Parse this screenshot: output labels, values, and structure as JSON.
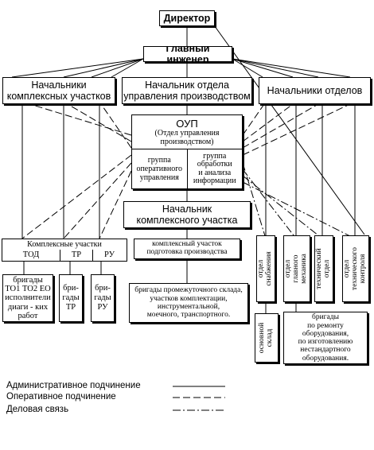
{
  "nodes": {
    "director": "Директор",
    "chief_engineer": "Главный инженер",
    "heads_complex_sections": "Начальники\nкомплексных участков",
    "head_production_dept": "Начальник отдела\nуправления производством",
    "heads_departments": "Начальники отделов",
    "oup_title": "ОУП",
    "oup_subtitle": "(Отдел управления\nпроизводством)",
    "oup_group_operational": "группа\nоперативного\nуправления",
    "oup_group_processing": "группа\nобработки\nи анализа\nинформации",
    "head_complex_section": "Начальник\nкомплексного участка",
    "complex_sections_label": "Комплексные участки",
    "section_tod": "ТОД",
    "section_tr": "ТР",
    "section_ru": "РУ",
    "complex_section_prep": "комплексный участок\nподготовка производства",
    "brigades_tod": "бригады\nТО1 ТО2 ЕО\nисполнители\nдиаги - ких\nработ",
    "brigades_tr": "бри-\nгады\nТР",
    "brigades_ru": "бри-\nгады\nРУ",
    "brigades_intermediate": "бригады промежуточного склада,\nучастков комплектации,\nинструментальной,\nмоечного, транспортного.",
    "dept_supply": "отдел\nснабжения",
    "dept_chief_mechanic": "отдел\nглавного\nмеханика",
    "dept_technical": "технический\nотдел",
    "dept_tech_control": "отдел\nтехнического\nконтроля",
    "main_warehouse": "основной\nсклад",
    "brigades_repair": "бригады\nпо ремонту\nоборудования,\nпо изготовлению\nнестандартного\nоборудования."
  },
  "legend": {
    "administrative": "Административное подчинение",
    "operational": "Оперативное подчинение",
    "business": "Деловая связь"
  }
}
